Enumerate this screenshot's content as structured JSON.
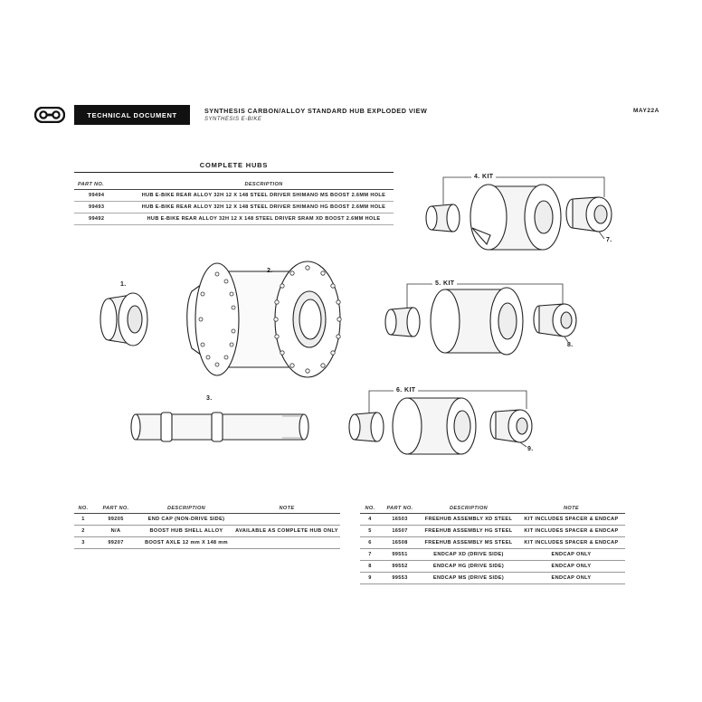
{
  "header": {
    "badge": "TECHNICAL DOCUMENT",
    "title": "SYNTHESIS CARBON/ALLOY STANDARD HUB EXPLODED VIEW",
    "subtitle": "SYNTHESIS E-BIKE",
    "date_code": "MAY22A"
  },
  "complete_hubs": {
    "title": "COMPLETE HUBS",
    "headers": [
      "PART NO.",
      "DESCRIPTION"
    ],
    "rows": [
      [
        "99494",
        "HUB E-BIKE REAR ALLOY 32H 12 X 148 STEEL DRIVER SHIMANO MS BOOST 2.6MM HOLE"
      ],
      [
        "99493",
        "HUB E-BIKE REAR ALLOY 32H 12 X 148 STEEL DRIVER SHIMANO HG BOOST 2.6MM HOLE"
      ],
      [
        "99492",
        "HUB E-BIKE REAR ALLOY 32H 12 X 148 STEEL DRIVER SRAM XD BOOST 2.6MM HOLE"
      ]
    ]
  },
  "callouts": {
    "c1": "1.",
    "c2": "2.",
    "c3": "3.",
    "c4": "4. KIT",
    "c5": "5. KIT",
    "c6": "6. KIT",
    "c7": "7.",
    "c8": "8.",
    "c9": "9."
  },
  "parts_left": {
    "headers": [
      "NO.",
      "PART NO.",
      "DESCRIPTION",
      "NOTE"
    ],
    "rows": [
      [
        "1",
        "99205",
        "END CAP (NON-DRIVE SIDE)",
        ""
      ],
      [
        "2",
        "N/A",
        "BOOST HUB SHELL ALLOY",
        "AVAILABLE AS COMPLETE HUB ONLY"
      ],
      [
        "3",
        "99207",
        "BOOST AXLE 12 mm X 148 mm",
        ""
      ]
    ]
  },
  "parts_right": {
    "headers": [
      "NO.",
      "PART NO.",
      "DESCRIPTION",
      "NOTE"
    ],
    "rows": [
      [
        "4",
        "16503",
        "FREEHUB ASSEMBLY XD STEEL",
        "KIT INCLUDES SPACER & ENDCAP"
      ],
      [
        "5",
        "16507",
        "FREEHUB ASSEMBLY HG STEEL",
        "KIT INCLUDES SPACER & ENDCAP"
      ],
      [
        "6",
        "16508",
        "FREEHUB ASSEMBLY MS STEEL",
        "KIT INCLUDES SPACER & ENDCAP"
      ],
      [
        "7",
        "99551",
        "ENDCAP XD (DRIVE SIDE)",
        "ENDCAP ONLY"
      ],
      [
        "8",
        "99552",
        "ENDCAP HG (DRIVE SIDE)",
        "ENDCAP ONLY"
      ],
      [
        "9",
        "99553",
        "ENDCAP MS (DRIVE SIDE)",
        "ENDCAP ONLY"
      ]
    ]
  }
}
